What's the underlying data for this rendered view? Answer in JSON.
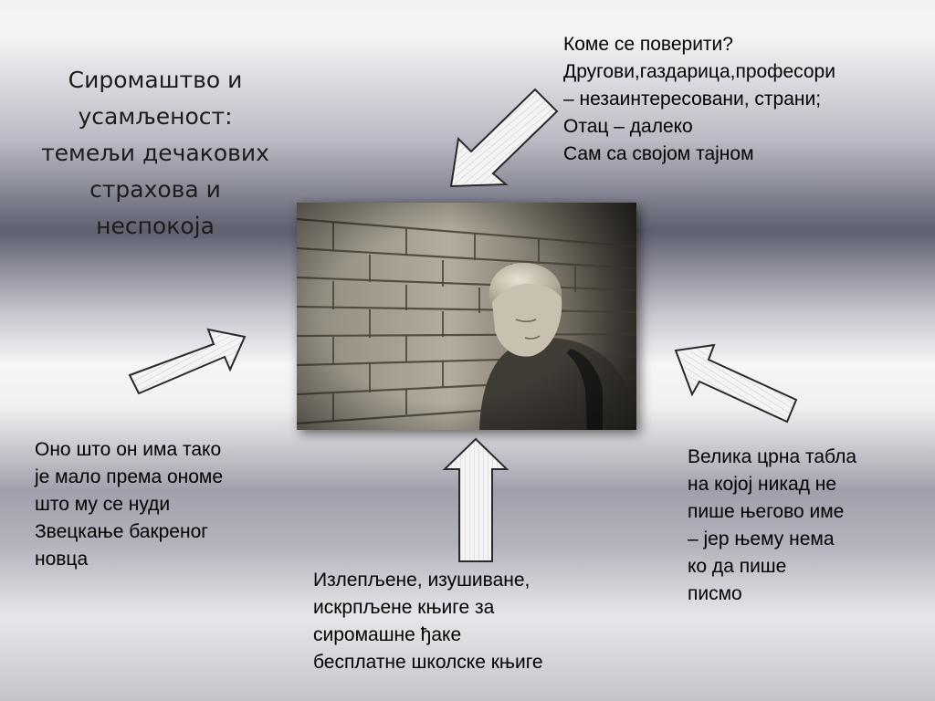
{
  "title": {
    "lines": [
      "Сиромаштво и",
      "усамљеност:",
      "темељи дечакових",
      "страхова и",
      "неспокоја"
    ]
  },
  "blocks": {
    "top": {
      "lines": [
        "Коме се поверити?",
        "Другови,газдарица,професори",
        "– незаинтересовани, страни;",
        "Отац – далеко",
        "Сам са својом тајном"
      ]
    },
    "left": {
      "lines": [
        "Оно што он има тако",
        "је мало према ономе",
        "што му се нуди",
        "Звецкање бакреног",
        "новца"
      ]
    },
    "right": {
      "lines": [
        "Велика црна табла",
        "на којој никад не",
        "пише његово име",
        "– јер њему нема",
        "ко да пише",
        "писмо"
      ]
    },
    "bottom": {
      "lines": [
        "Излепљене, изушиване,",
        "искрпљене књиге за",
        "сиромашне ђаке",
        "бесплатне школске књиге"
      ]
    }
  },
  "image": {
    "description_icon": "boy-leaning-on-brick-wall-photo"
  },
  "colors": {
    "arrow_fill": "#f4f4f4",
    "arrow_stroke": "#2a2a2a",
    "text": "#000000"
  }
}
